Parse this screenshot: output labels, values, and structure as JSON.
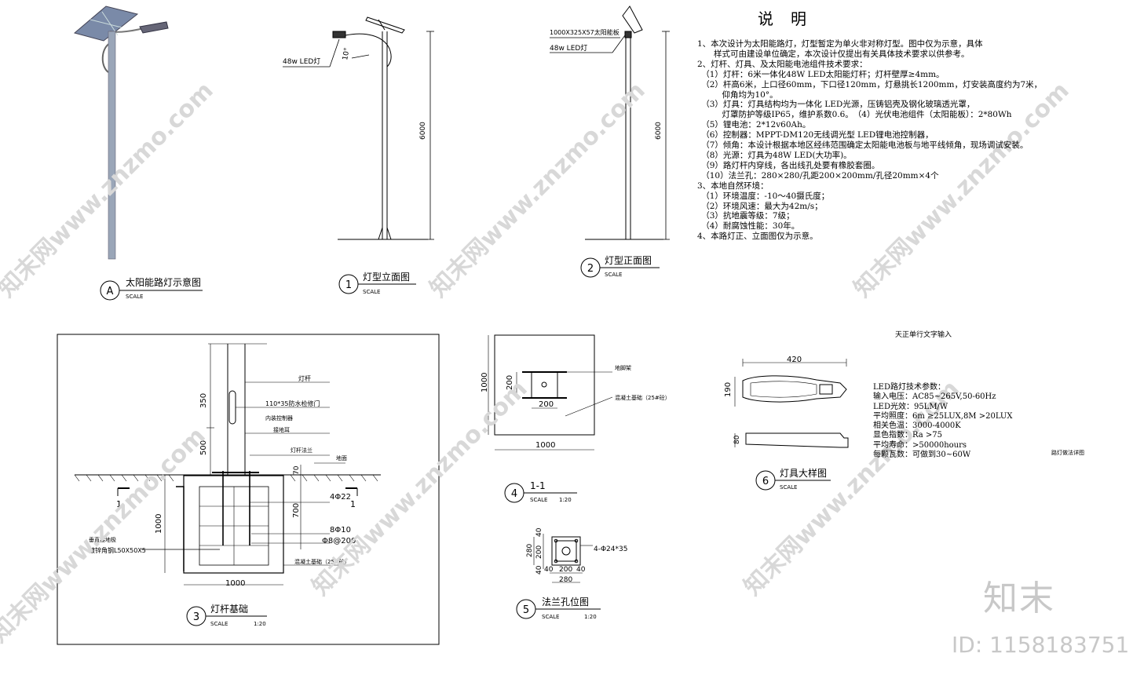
{
  "notes": {
    "title": "说明",
    "lines": [
      "1、本次设计为太阳能路灯，灯型暂定为单火非对称灯型。图中仅为示意，具体",
      "　　样式可由建设单位确定，本次设计仅提出有关具体技术要求以供参考。",
      "2、灯杆、灯具、及太阳能电池组件技术要求：",
      "　（1）灯杆：6米一体化48W LED太阳能灯杆；灯杆壁厚≥4mm。",
      "　（2）杆高6米，上口径60mm，下口径120mm，灯悬挑长1200mm，灯安装高度约为7米，",
      "　　　仰角均为10°。",
      "　（3）灯具：灯具结构均为一体化 LED光源，压铸铝壳及钢化玻璃透光罩，",
      "　　　灯罩防护等级IP65，维护系数0.6。　（4）光伏电池组件（太阳能板）：2*80Wh",
      "　（5）锂电池：2*12v60Ah。",
      "　（6）控制器：MPPT-DM120无线调光型 LED锂电池控制器，",
      "　（7）倾角：本设计根据本地区经纬范围确定太阳能电池板与地平线倾角，现场调试安装。",
      "　（8）光源：灯具为48W LED(大功率)。",
      "　（9）路灯杆内穿线，各出线孔处要有橡胶套圈。",
      "　（10）法兰孔：280×280/孔距200×200mm/孔径20mm×4个",
      "3、本地自然环境：",
      "　（1）环境温度：-10～40摄氏度；",
      "　（2）环境风速：最大为42m/s；",
      "　（3）抗地震等级：7级；",
      "　（4）耐腐蚀性能：30年。",
      "4、本路灯正、立面图仅为示意。"
    ]
  },
  "views": {
    "A": {
      "num": "A",
      "title": "太阳能路灯示意图",
      "scale": "SCALE"
    },
    "v1": {
      "num": "1",
      "title": "灯型立面图",
      "scale": "SCALE",
      "lamp_label": "48w LED灯",
      "angle": "10°",
      "height": "6000"
    },
    "v2": {
      "num": "2",
      "title": "灯型正面图",
      "scale": "SCALE",
      "panel_label": "1000X325X57太阳能板",
      "lamp_label": "48w LED灯",
      "height": "6000"
    },
    "v3": {
      "num": "3",
      "title": "灯杆基础",
      "scale": "SCALE",
      "ratio": "1:20",
      "labels": {
        "pole": "灯杆",
        "door": "110*35防水检修门",
        "controller": "内装控制器",
        "ground_ear": "接地耳",
        "flange": "灯杆法兰",
        "ground": "地面",
        "rebar1": "4Φ22",
        "rebar2": "8Φ10",
        "rebar3": "Φ8@200",
        "concrete": "混凝土基础（25#砼）",
        "vert1": "垂直接地极",
        "vert2": "镀锌角钢L50X50X5",
        "sec": "1"
      },
      "dims": {
        "d350": "350",
        "d500": "500",
        "d70": "70",
        "d700": "700",
        "d1000v": "1000",
        "d1000h": "1000"
      }
    },
    "v4": {
      "num": "4",
      "title": "1-1",
      "scale": "SCALE",
      "ratio": "1:20",
      "labels": {
        "anchor": "地脚架",
        "concrete": "混凝土基础（25#砼）"
      },
      "dims": {
        "d1000v": "1000",
        "d200v": "200",
        "d200h": "200",
        "d1000h": "1000"
      }
    },
    "v5": {
      "num": "5",
      "title": "法兰孔位图",
      "scale": "SCALE",
      "ratio": "1:20",
      "labels": {
        "holes": "4-Φ24*35"
      },
      "dims": {
        "d280v": "280",
        "d40a": "40",
        "d200v": "200",
        "d40b": "40",
        "d40c": "40",
        "d200h": "200",
        "d40d": "40",
        "d280h": "280"
      }
    },
    "v6": {
      "num": "6",
      "title": "灯具大样图",
      "scale": "SCALE",
      "dims": {
        "d420": "420",
        "d190": "190",
        "d80": "80"
      },
      "caption": "路灯做法详图"
    }
  },
  "led": {
    "header": "天正单行文字输入",
    "lines": [
      "LED路灯技术参数：",
      "输入电压：AC85~265V,50-60Hz",
      "LED光效：95LM/W",
      "平均照度：6m ≥25LUX,8M >20LUX",
      "相关色温：3000-4000K",
      "显色指数：Ra >75",
      "平均寿命：>50000hours",
      "每颗瓦数：可做到30~60W"
    ]
  },
  "watermark": {
    "text": "知末网www.znzmo.com",
    "logo": "知末",
    "id": "ID: 1158183751"
  }
}
